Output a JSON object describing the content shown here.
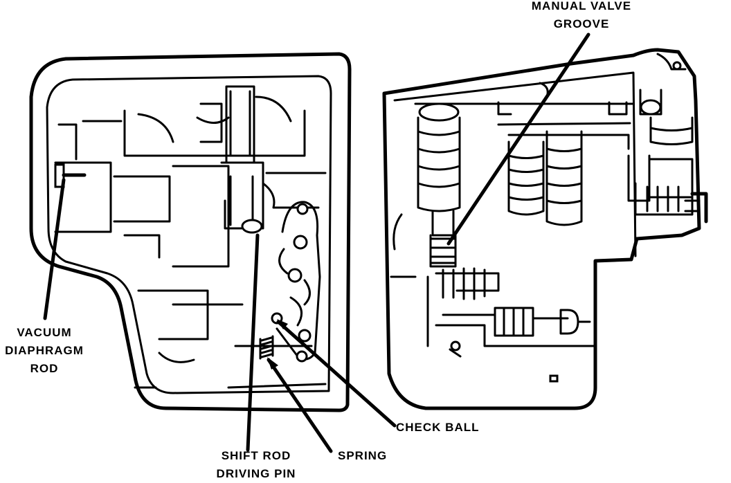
{
  "labels": {
    "manual_valve": [
      "MANUAL VALVE",
      "GROOVE"
    ],
    "vacuum_rod": [
      "VACUUM",
      "DIAPHRAGM",
      "ROD"
    ],
    "check_ball": "CHECK BALL",
    "spring": "SPRING",
    "shift_rod": [
      "SHIFT ROD",
      "DRIVING PIN"
    ]
  }
}
